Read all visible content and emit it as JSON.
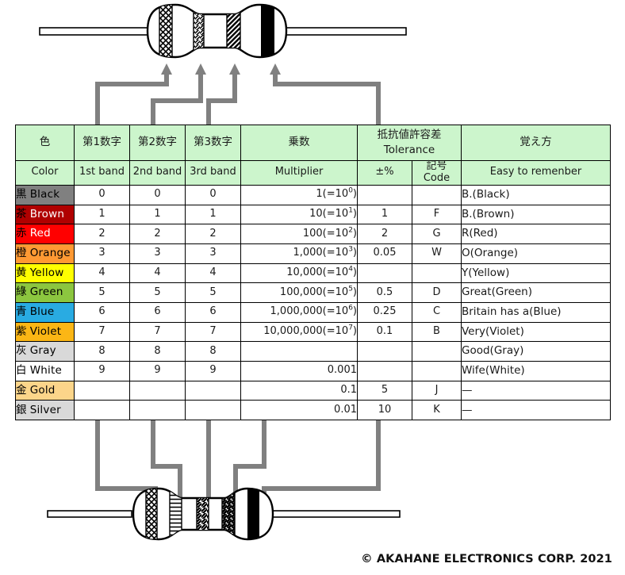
{
  "diagram": {
    "title_semantic": "resistor-color-code-chart",
    "copyright": "© AKAHANE ELECTRONICS CORP. 2021"
  },
  "table": {
    "header_top": {
      "color": "色",
      "band1": "第1数字",
      "band2": "第2数字",
      "band3": "第3数字",
      "multiplier": "乗数",
      "tolerance_jp": "抵抗値許容差",
      "tolerance_en": "Tolerance",
      "mnemonic": "覚え方"
    },
    "header_sub": {
      "color": "Color",
      "band1": "1st band",
      "band2": "2nd band",
      "band3": "3rd band",
      "multiplier": "Multiplier",
      "tol_percent": "±%",
      "code": "記号 Code",
      "mnemonic": "Easy to remenber"
    },
    "rows": [
      {
        "jp": "黒",
        "en": "Black",
        "bg": "#808080",
        "jp_color": "#000000",
        "en_color": "#000000",
        "band1": "0",
        "band2": "0",
        "band3": "0",
        "mult_base": "1(=10",
        "mult_exp": "0",
        "mult_tail": ")",
        "tol": "",
        "code": "",
        "mnemonic": "B.(Black)"
      },
      {
        "jp": "茶",
        "en": "Brown",
        "bg": "#b00000",
        "jp_color": "#000000",
        "en_color": "#ffffff",
        "band1": "1",
        "band2": "1",
        "band3": "1",
        "mult_base": "10(=10",
        "mult_exp": "1",
        "mult_tail": ")",
        "tol": "1",
        "code": "F",
        "mnemonic": "B.(Brown)"
      },
      {
        "jp": "赤",
        "en": "Red",
        "bg": "#ff0000",
        "jp_color": "#000000",
        "en_color": "#ffffff",
        "band1": "2",
        "band2": "2",
        "band3": "2",
        "mult_base": "100(=10",
        "mult_exp": "2",
        "mult_tail": ")",
        "tol": "2",
        "code": "G",
        "mnemonic": "R(Red)"
      },
      {
        "jp": "橙",
        "en": "Orange",
        "bg": "#ff9933",
        "jp_color": "#000000",
        "en_color": "#000000",
        "band1": "3",
        "band2": "3",
        "band3": "3",
        "mult_base": "1,000(=10",
        "mult_exp": "3",
        "mult_tail": ")",
        "tol": "0.05",
        "code": "W",
        "mnemonic": "O(Orange)"
      },
      {
        "jp": "黄",
        "en": "Yellow",
        "bg": "#ffff00",
        "jp_color": "#000000",
        "en_color": "#000000",
        "band1": "4",
        "band2": "4",
        "band3": "4",
        "mult_base": "10,000(=10",
        "mult_exp": "4",
        "mult_tail": ")",
        "tol": "",
        "code": "",
        "mnemonic": "Y(Yellow)"
      },
      {
        "jp": "綠",
        "en": "Green",
        "bg": "#8cc63f",
        "jp_color": "#000000",
        "en_color": "#000000",
        "band1": "5",
        "band2": "5",
        "band3": "5",
        "mult_base": "100,000(=10",
        "mult_exp": "5",
        "mult_tail": ")",
        "tol": "0.5",
        "code": "D",
        "mnemonic": "Great(Green)"
      },
      {
        "jp": "青",
        "en": "Blue",
        "bg": "#29abe2",
        "jp_color": "#000000",
        "en_color": "#000000",
        "band1": "6",
        "band2": "6",
        "band3": "6",
        "mult_base": "1,000,000(=10",
        "mult_exp": "6",
        "mult_tail": ")",
        "tol": "0.25",
        "code": "C",
        "mnemonic": "Britain has a(Blue)"
      },
      {
        "jp": "紫",
        "en": "Violet",
        "bg": "#fbb615",
        "jp_color": "#000000",
        "en_color": "#000000",
        "band1": "7",
        "band2": "7",
        "band3": "7",
        "mult_base": "10,000,000(=10",
        "mult_exp": "7",
        "mult_tail": ")",
        "tol": "0.1",
        "code": "B",
        "mnemonic": "Very(Violet)"
      },
      {
        "jp": "灰",
        "en": "Gray",
        "bg": "#d9d9d9",
        "jp_color": "#000000",
        "en_color": "#000000",
        "band1": "8",
        "band2": "8",
        "band3": "8",
        "mult_base": "",
        "mult_exp": "",
        "mult_tail": "",
        "tol": "",
        "code": "",
        "mnemonic": "Good(Gray)"
      },
      {
        "jp": "白",
        "en": "White",
        "bg": "#ffffff",
        "jp_color": "#000000",
        "en_color": "#000000",
        "band1": "9",
        "band2": "9",
        "band3": "9",
        "mult_base": "0.001",
        "mult_exp": "",
        "mult_tail": "",
        "tol": "",
        "code": "",
        "mnemonic": "Wife(White)"
      },
      {
        "jp": "金",
        "en": "Gold",
        "bg": "#fcd58a",
        "jp_color": "#000000",
        "en_color": "#000000",
        "band1": "",
        "band2": "",
        "band3": "",
        "mult_base": "0.1",
        "mult_exp": "",
        "mult_tail": "",
        "tol": "5",
        "code": "J",
        "mnemonic": "—"
      },
      {
        "jp": "銀",
        "en": "Silver",
        "bg": "#d9d9d9",
        "jp_color": "#000000",
        "en_color": "#000000",
        "band1": "",
        "band2": "",
        "band3": "",
        "mult_base": "0.01",
        "mult_exp": "",
        "mult_tail": "",
        "tol": "10",
        "code": "K",
        "mnemonic": "—"
      }
    ]
  },
  "resistors": {
    "top": {
      "band_count": 4,
      "band_patterns": [
        "cross-hatch",
        "diagonal-thin",
        "diagonal-thick",
        "solid-black"
      ]
    },
    "bottom": {
      "band_count": 5,
      "band_patterns": [
        "cross-hatch",
        "horizontal-lines",
        "diagonal-left",
        "diagonal-right",
        "solid-black"
      ]
    }
  },
  "connectors": {
    "accent": "#808080",
    "top_arrow_count": 4,
    "bottom_arrow_count": 5
  }
}
